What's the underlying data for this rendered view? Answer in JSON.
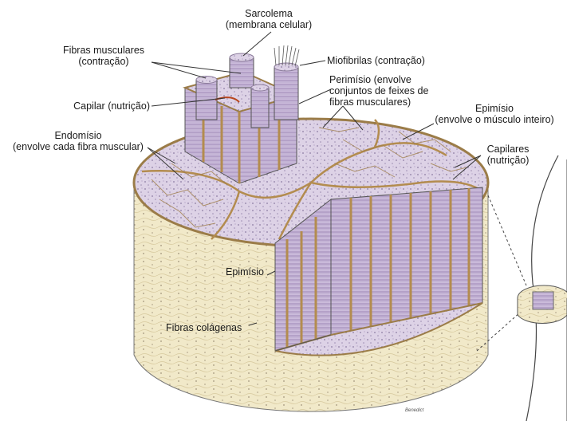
{
  "labels": {
    "sarcolema": [
      "Sarcolema",
      "(membrana celular)"
    ],
    "fibras_musculares": [
      "Fibras musculares",
      "(contração)"
    ],
    "miofibrilas": [
      "Miofibrilas (contração)"
    ],
    "perimisio": [
      "Perimísio (envolve",
      "conjuntos de feixes de",
      "fibras musculares)"
    ],
    "capilar": [
      "Capilar (nutrição)"
    ],
    "epimisio_top": [
      "Epimísio",
      "(envolve o músculo inteiro)"
    ],
    "endomisio": [
      "Endomísio",
      "(envolve cada fibra muscular)"
    ],
    "capilares": [
      "Capilares",
      "(nutrição)"
    ],
    "epimisio_side": [
      "Epimísio"
    ],
    "fibras_colagenas": [
      "Fibras colágenas"
    ]
  },
  "signature": "Benedict",
  "colors": {
    "fiber": "#c9b8d8",
    "fiber_dark": "#9d86b6",
    "connective": "#c9a56a",
    "outer": "#f1e9c9",
    "line": "#333333"
  }
}
